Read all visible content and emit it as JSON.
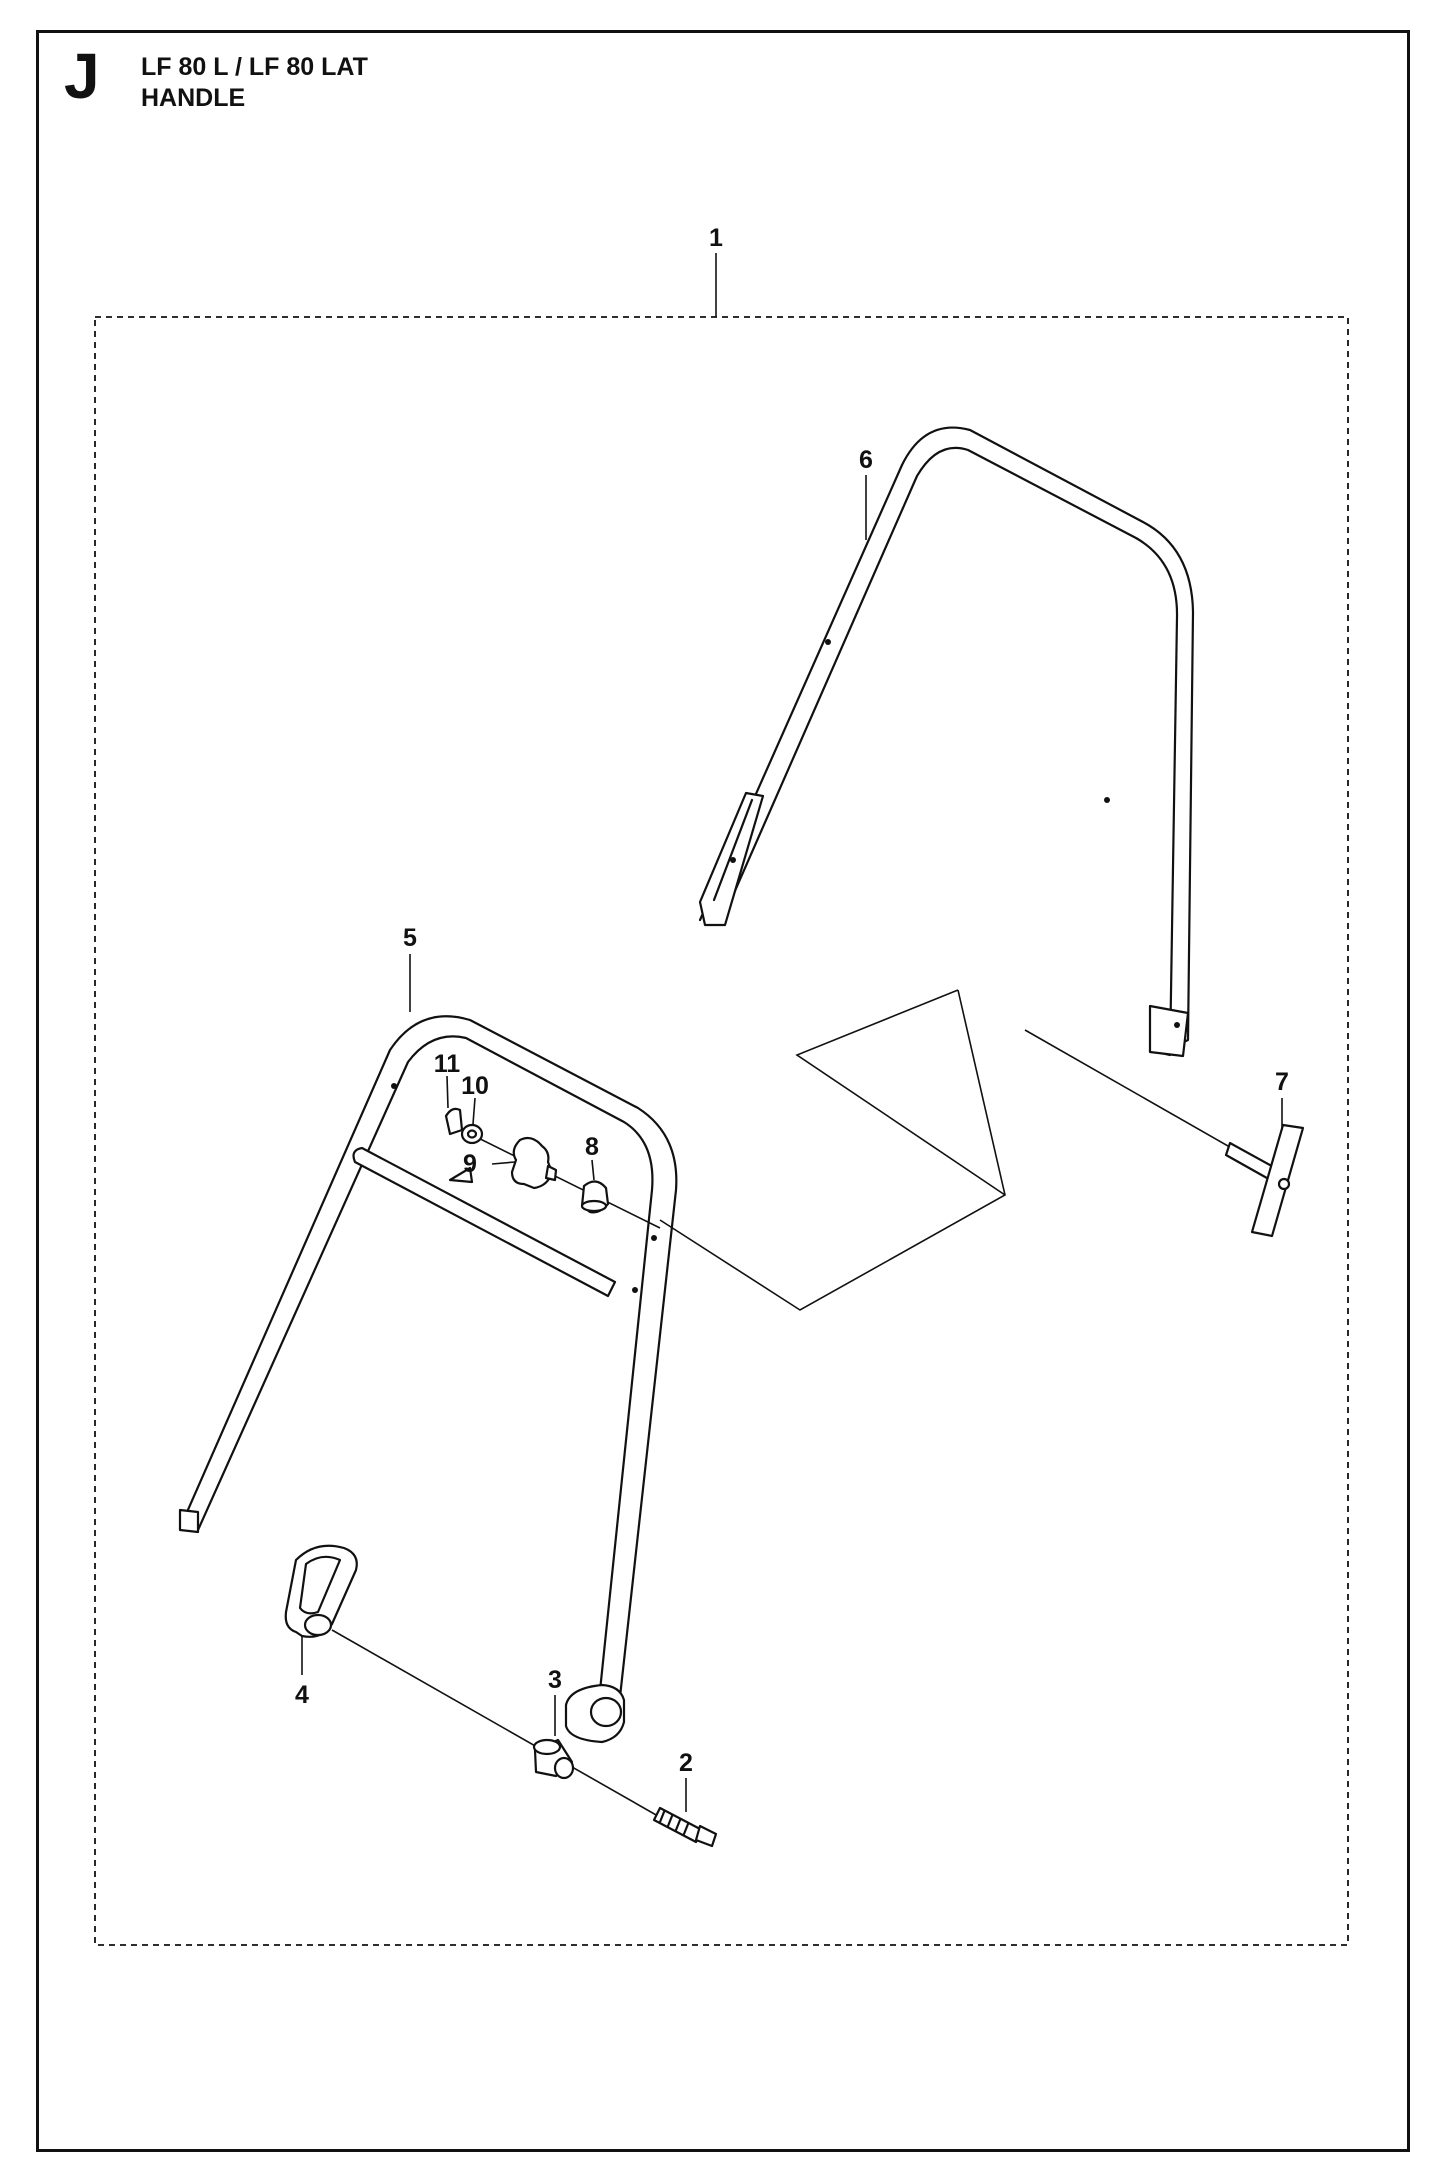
{
  "header": {
    "section_letter": "J",
    "model": "LF 80 L / LF 80 LAT",
    "assembly": "HANDLE"
  },
  "callouts": {
    "kit": "1",
    "screw": "2",
    "spacer": "3",
    "bracket": "4",
    "lower_handle": "5",
    "upper_handle": "6",
    "bolt": "7",
    "knob_nut": "8",
    "knob": "9",
    "washer": "10",
    "clip": "11"
  }
}
